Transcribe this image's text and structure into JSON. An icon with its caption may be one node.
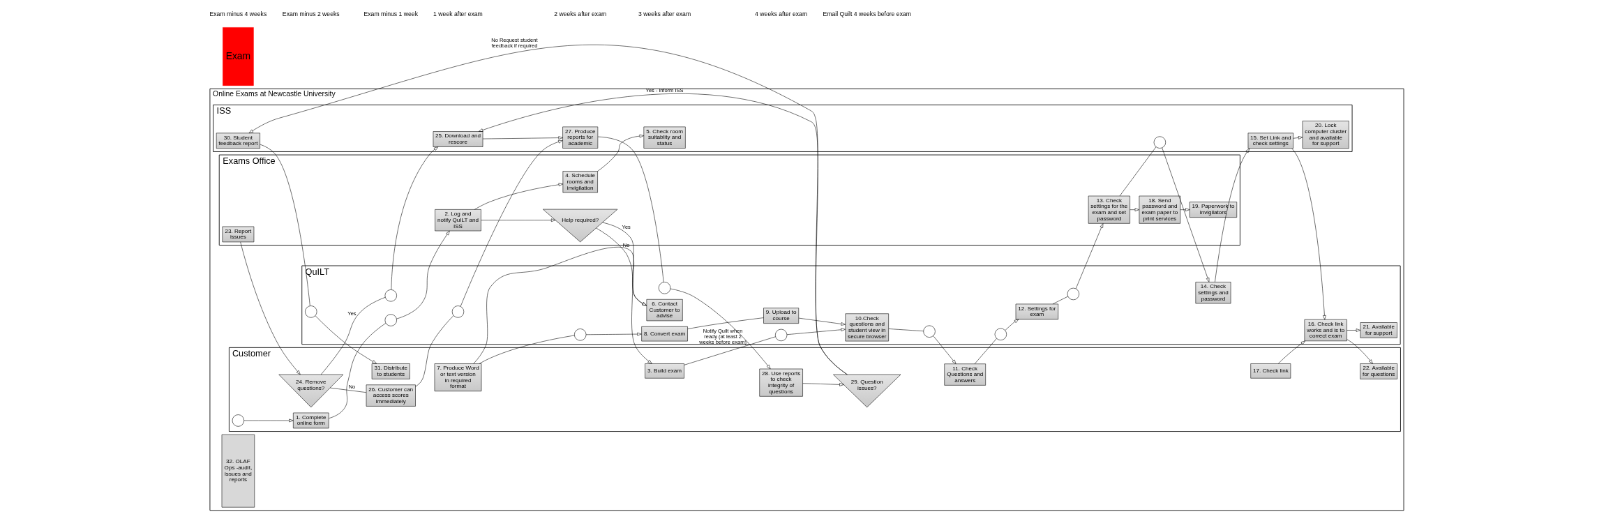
{
  "diagram": {
    "nodes": [
      {
        "text": [
          "Online Exams at Newcastle University"
        ]
      },
      {
        "text": [
          "Exams Office"
        ],
        "in": 0
      },
      {
        "text": [
          "ISS"
        ],
        "in": 0
      },
      {
        "text": [
          "QuILT"
        ],
        "in": 0
      },
      {
        "text": [
          "Customer"
        ],
        "in": 0
      },
      {
        "text": [
          "2. Log and notify QuILT and ISS"
        ],
        "in": 1
      },
      {
        "text": [
          "Help required?"
        ],
        "in": 1
      },
      {
        "text": [
          "4. Schedule rooms and invigilation"
        ],
        "in": 1
      },
      {
        "text": [
          "13. Check settings for the exam and set password"
        ],
        "in": 1
      },
      {
        "text": [
          "18. Send password and exam paper to print services"
        ],
        "in": 1
      },
      {
        "text": [
          "19. Paperwork to invigilators"
        ],
        "in": 1
      },
      {
        "text": [
          "23. Report issues"
        ],
        "in": 1
      },
      {
        "text": [
          "5. Check room suitablity and status"
        ],
        "in": 2
      },
      {
        "text": [
          "15. Set Link and check settings"
        ],
        "in": 2
      },
      {
        "text": [
          "20. Lock computer cluster and available for support"
        ],
        "in": 2
      },
      {
        "text": [
          "25. Download and rescore"
        ],
        "in": 2
      },
      {
        "text": [
          "27. Produce reports for academic"
        ],
        "in": 2
      },
      {
        "text": [
          "30. Student feedback report"
        ],
        "in": 2
      },
      {
        "text": [
          "6. Contact Customer to advise"
        ],
        "in": 3
      },
      {
        "text": [
          "8. Convert exam"
        ],
        "in": 3
      },
      {
        "text": [
          "9. Upload to course"
        ],
        "in": 3
      },
      {
        "text": [
          "10.Check questions and student view in secure browser"
        ],
        "in": 3
      },
      {
        "text": [
          "12. Settings for exam"
        ],
        "in": 3
      },
      {
        "text": [
          "14. Check settings and password"
        ],
        "in": 3
      },
      {
        "text": [
          "16. Check link works and is to correct exam"
        ],
        "in": 3
      },
      {
        "text": [
          "21. Available for support"
        ],
        "in": 3
      },
      {
        "text": [],
        "shape": "circle",
        "in": 4
      },
      {
        "text": [
          "1. Complete online form"
        ],
        "in": 4
      },
      {
        "text": [
          "3. Build exam"
        ],
        "in": 4
      },
      {
        "text": [
          "7. Produce Word or text version in required format"
        ],
        "in": 4
      },
      {
        "text": [
          "11. Check Questions and answers"
        ],
        "in": 4
      },
      {
        "text": [
          "17. Check link"
        ],
        "in": 4
      },
      {
        "text": [
          "22. Available for questions"
        ],
        "in": 4
      },
      {
        "text": [
          "24. Remove questions?"
        ],
        "in": 4
      },
      {
        "text": [
          "26. Customer can access scores immediately"
        ],
        "in": 4
      },
      {
        "text": [
          "28. Use reports to check integrity of questions"
        ],
        "in": 4
      },
      {
        "text": [
          "29. Question issues?"
        ],
        "in": 4
      },
      {
        "text": [
          "31. Distribute to students"
        ],
        "in": 4
      },
      {
        "text": [
          "Exam"
        ]
      },
      {
        "text": [
          "32. OLAF Ops -audit, issues and reports"
        ],
        "in": 0
      },
      {
        "text": [],
        "shape": "circle",
        "in": 3
      },
      {
        "text": [],
        "shape": "circle",
        "in": 3
      },
      {
        "text": [],
        "shape": "circle",
        "in": 3
      },
      {
        "text": [],
        "shape": "circle",
        "in": 3
      },
      {
        "text": [],
        "shape": "circle",
        "in": 3
      },
      {
        "text": [],
        "shape": "circle",
        "in": 3
      },
      {
        "text": [],
        "shape": "circle",
        "in": 2
      },
      {
        "text": [],
        "shape": "circle",
        "in": 3
      },
      {
        "text": [],
        "shape": "circle",
        "in": 3
      },
      {
        "text": [],
        "shape": "circle",
        "in": 3
      },
      {
        "text": [],
        "shape": "circle",
        "in": 3
      }
    ],
    "edges": [
      {
        "from": 26,
        "to": 27,
        "arrow": "to"
      },
      {
        "from": 27,
        "to": 40,
        "arrow": "none"
      },
      {
        "from": 40,
        "to": 5,
        "arrow": "to"
      },
      {
        "from": 5,
        "to": 7,
        "arrow": "to"
      },
      {
        "from": 5,
        "to": 6,
        "arrow": "to"
      },
      {
        "from": 6,
        "to": 18,
        "label": "Yes",
        "arrow": "to"
      },
      {
        "from": 6,
        "to": 28,
        "label": "No",
        "arrow": "to"
      },
      {
        "from": 7,
        "to": 12,
        "arrow": "to"
      },
      {
        "from": 29,
        "to": 18,
        "arrow": "to"
      },
      {
        "from": 29,
        "to": 41,
        "arrow": "none"
      },
      {
        "from": 41,
        "to": 19,
        "arrow": "to"
      },
      {
        "from": 19,
        "to": 20,
        "arrow": "none"
      },
      {
        "from": 20,
        "to": 21,
        "arrow": "to"
      },
      {
        "from": 28,
        "to": 42,
        "label": "Notify Quilt when ready (at least 2 weeks before exam)",
        "arrow": "none"
      },
      {
        "from": 42,
        "to": 21,
        "arrow": "to"
      },
      {
        "from": 21,
        "to": 43,
        "arrow": "none"
      },
      {
        "from": 43,
        "to": 30,
        "arrow": "to"
      },
      {
        "from": 30,
        "to": 44,
        "arrow": "none"
      },
      {
        "from": 44,
        "to": 22,
        "arrow": "to"
      },
      {
        "from": 22,
        "to": 45,
        "arrow": "none"
      },
      {
        "from": 45,
        "to": 8,
        "arrow": "to"
      },
      {
        "from": 8,
        "to": 9,
        "arrow": "to"
      },
      {
        "from": 9,
        "to": 10,
        "arrow": "to"
      },
      {
        "from": 8,
        "to": 46,
        "arrow": "none"
      },
      {
        "from": 46,
        "to": 23,
        "arrow": "to"
      },
      {
        "from": 23,
        "to": 13,
        "arrow": "to"
      },
      {
        "from": 13,
        "to": 14,
        "arrow": "to"
      },
      {
        "from": 13,
        "to": 24,
        "arrow": "to"
      },
      {
        "from": 31,
        "to": 24,
        "arrow": "to"
      },
      {
        "from": 24,
        "to": 25,
        "arrow": "to"
      },
      {
        "from": 24,
        "to": 32,
        "arrow": "to"
      },
      {
        "from": 11,
        "to": 33,
        "arrow": "to"
      },
      {
        "from": 33,
        "to": 47,
        "label": "Yes",
        "arrow": "none"
      },
      {
        "from": 47,
        "to": 15,
        "arrow": "to"
      },
      {
        "from": 33,
        "to": 34,
        "label": "No",
        "arrow": "none"
      },
      {
        "from": 34,
        "to": 48,
        "arrow": "none"
      },
      {
        "from": 48,
        "to": 16,
        "arrow": "to"
      },
      {
        "from": 15,
        "to": 16,
        "arrow": "to"
      },
      {
        "from": 16,
        "to": 49,
        "arrow": "none"
      },
      {
        "from": 49,
        "to": 35,
        "arrow": "to"
      },
      {
        "from": 35,
        "to": 36,
        "arrow": "to"
      },
      {
        "from": 36,
        "to": 15,
        "label": "Yes - inform ISS",
        "arrow": "to"
      },
      {
        "from": 36,
        "to": 17,
        "label": "No Request student feedback if required",
        "arrow": "to"
      },
      {
        "from": 17,
        "to": 50,
        "arrow": "none"
      },
      {
        "from": 50,
        "to": 37,
        "arrow": "to"
      }
    ],
    "labels": [
      "Exam minus 4 weeks",
      "Exam minus 2 weeks",
      "Exam minus 1 week",
      "1 week after exam",
      "2 weeks after exam",
      "3 weeks after exam",
      "4 weeks after exam",
      "Email Quilt 4 weeks before exam"
    ]
  }
}
